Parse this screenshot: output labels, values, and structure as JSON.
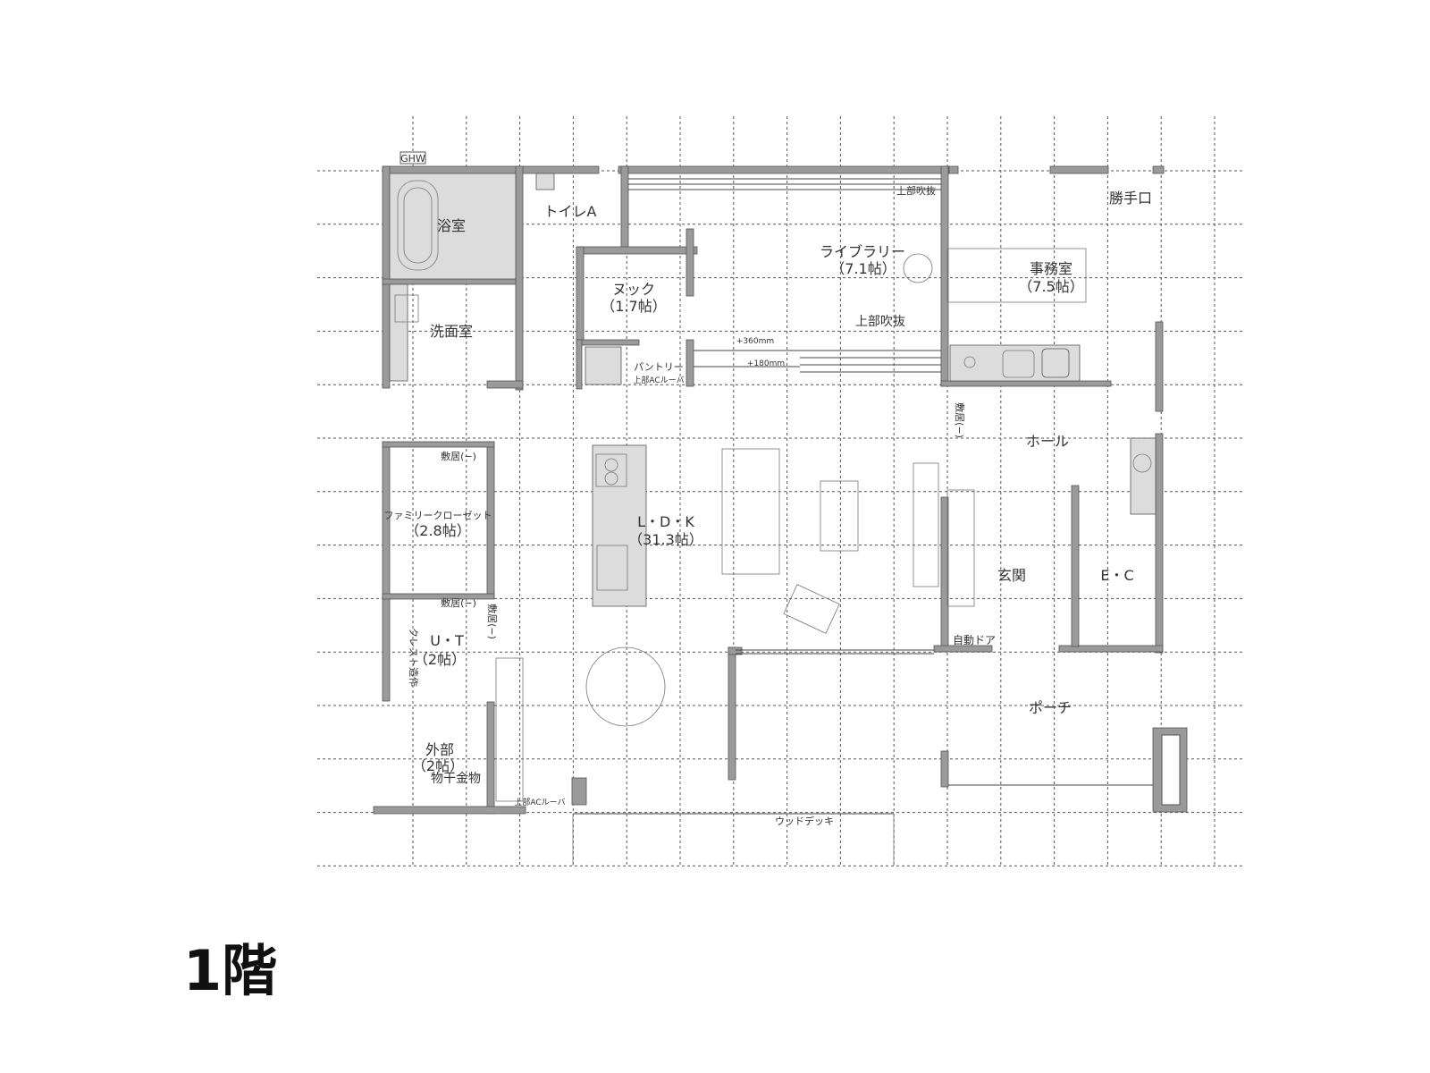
{
  "floor_title": "1階",
  "tags": {
    "ghw": "GHW"
  },
  "rooms": {
    "bath": "浴室",
    "toilet": "トイレA",
    "library": "ライブラリー",
    "library_area": "（7.1帖）",
    "office": "事務室",
    "office_area": "（7.5帖）",
    "back_door": "勝手口",
    "nook": "ヌック",
    "nook_area": "（1.7帖）",
    "washroom": "洗面室",
    "pantry": "パントリー",
    "family_closet": "ファミリークローゼット",
    "family_closet_area": "（2.8帖）",
    "ldk": "L・D・K",
    "ldk_area": "（31.3帖）",
    "ut": "U・T",
    "ut_area": "（2帖）",
    "outside": "外部",
    "outside_area": "（2帖）",
    "hall": "ホール",
    "entrance": "玄関",
    "ec": "E・C",
    "porch": "ポーチ",
    "wood_deck": "ウッドデッキ"
  },
  "notes": {
    "void_upper": "上部吹抜",
    "void_upper_small": "上部吹抜",
    "step_360": "+360mm",
    "step_180": "+180mm",
    "ac_louver_pantry": "上部ACルーバ",
    "ac_louver_deck": "上部ACルーバ",
    "sill_1": "敷居(−)",
    "sill_2": "敷居(−)",
    "sill_3": "敷居(−)",
    "sill_4": "敷居(−)",
    "crest_builtin": "クレスト造作",
    "drying_hardware": "物干金物",
    "auto_door": "自動ドア"
  },
  "colors": {
    "wall": "#9a9a9a",
    "fixture": "#dcdcdc",
    "line": "#444444"
  }
}
